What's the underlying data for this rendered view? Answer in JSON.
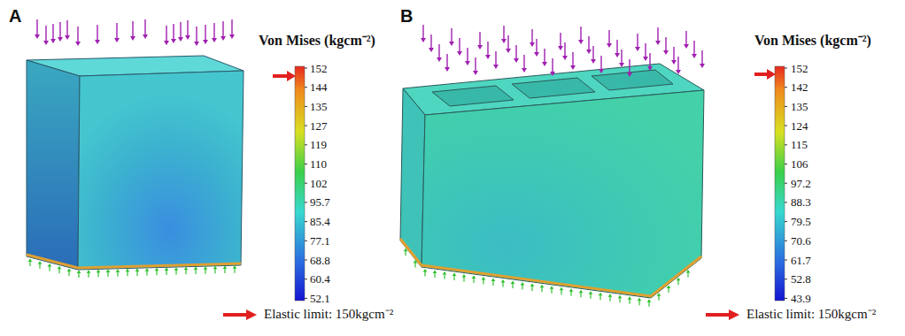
{
  "diagram": {
    "labels": [
      "A",
      "Von Mises (kgcm⁻²)",
      "152",
      "144",
      "135",
      "127",
      "119",
      "110",
      "102",
      "95.7",
      "85.4",
      "77.1",
      "68.8",
      "60.4",
      "52.1",
      "Elastic limit: 150kgcm⁻²",
      "B",
      "Von Mises (kgcm⁻²)",
      "152",
      "142",
      "135",
      "124",
      "115",
      "106",
      "97.2",
      "88.3",
      "79.5",
      "70.6",
      "61.7",
      "52.8",
      "43.9",
      "Elastic limit: 150kgcm⁻²"
    ]
  }
}
